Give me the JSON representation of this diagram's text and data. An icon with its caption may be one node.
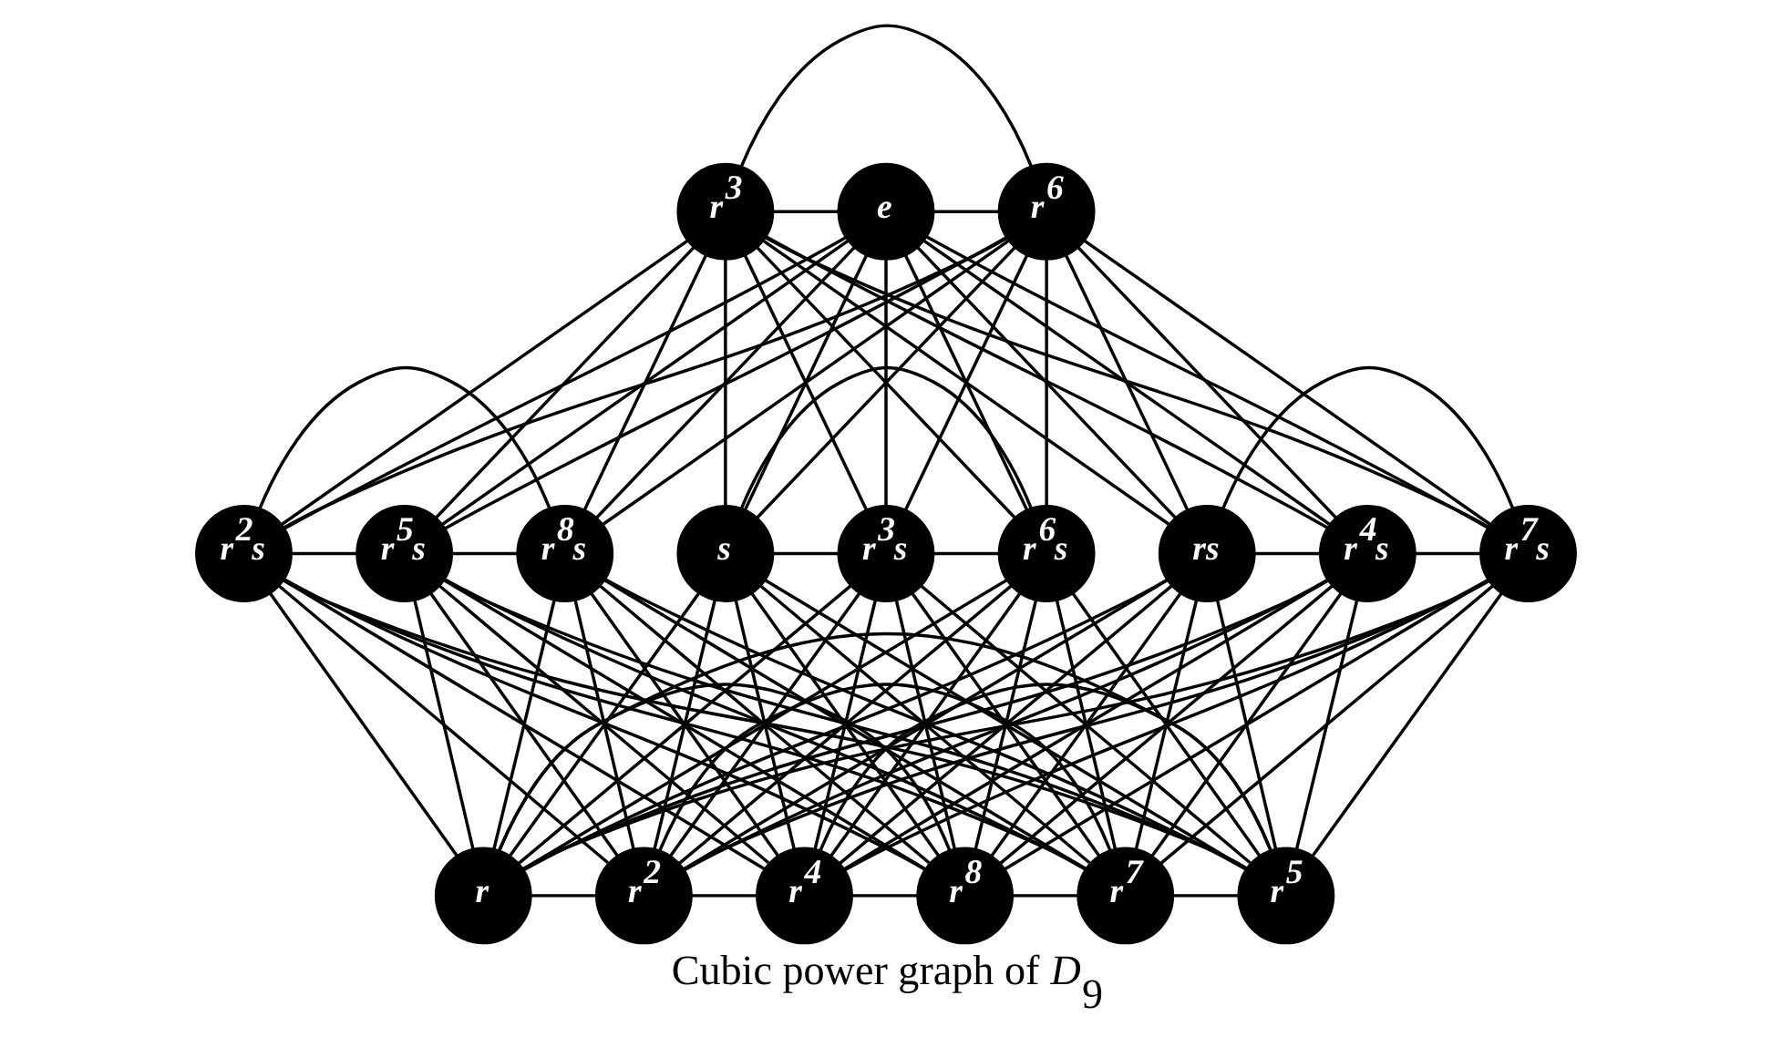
{
  "diagram": {
    "caption": "Cubic power graph of *D*$_{9}$",
    "nodes": [
      {
        "text": [
          "r$^{3}$"
        ]
      },
      {
        "text": [
          "e"
        ]
      },
      {
        "text": [
          "r$^{6}$"
        ]
      },
      {
        "text": [
          "s"
        ]
      },
      {
        "text": [
          "r$^{3}$s"
        ]
      },
      {
        "text": [
          "r$^{6}$s"
        ]
      },
      {
        "text": [
          "rs"
        ]
      },
      {
        "text": [
          "r$^{4}$s"
        ]
      },
      {
        "text": [
          "r$^{7}$s"
        ]
      },
      {
        "text": [
          "r$^{2}$s"
        ]
      },
      {
        "text": [
          "r$^{5}$s"
        ]
      },
      {
        "text": [
          "r$^{8}$s"
        ]
      },
      {
        "text": [
          "r"
        ]
      },
      {
        "text": [
          "r$^{2}$"
        ]
      },
      {
        "text": [
          "r$^{4}$"
        ]
      },
      {
        "text": [
          "r$^{8}$"
        ]
      },
      {
        "text": [
          "r$^{7}$"
        ]
      },
      {
        "text": [
          "r$^{5}$"
        ]
      }
    ],
    "edges": [
      {
        "from": 0,
        "to": 1,
        "arrow": "none"
      },
      {
        "from": 1,
        "to": 2,
        "arrow": "none"
      },
      {
        "from": 0,
        "to": 2,
        "arrow": "none"
      },
      {
        "from": 3,
        "to": 4,
        "arrow": "none"
      },
      {
        "from": 4,
        "to": 5,
        "arrow": "none"
      },
      {
        "from": 3,
        "to": 5,
        "arrow": "none"
      },
      {
        "from": 6,
        "to": 7,
        "arrow": "none"
      },
      {
        "from": 7,
        "to": 8,
        "arrow": "none"
      },
      {
        "from": 6,
        "to": 8,
        "arrow": "none"
      },
      {
        "from": 9,
        "to": 10,
        "arrow": "none"
      },
      {
        "from": 10,
        "to": 11,
        "arrow": "none"
      },
      {
        "from": 9,
        "to": 11,
        "arrow": "none"
      },
      {
        "from": 12,
        "to": 13,
        "arrow": "none"
      },
      {
        "from": 13,
        "to": 14,
        "arrow": "none"
      },
      {
        "from": 14,
        "to": 15,
        "arrow": "none"
      },
      {
        "from": 15,
        "to": 16,
        "arrow": "none"
      },
      {
        "from": 16,
        "to": 17,
        "arrow": "none"
      },
      {
        "from": 12,
        "to": 15,
        "arrow": "none"
      },
      {
        "from": 13,
        "to": 16,
        "arrow": "none"
      },
      {
        "from": 14,
        "to": 17,
        "arrow": "none"
      },
      {
        "from": 12,
        "to": 17,
        "arrow": "none"
      },
      {
        "from": 0,
        "to": 3,
        "arrow": "none"
      },
      {
        "from": 0,
        "to": 4,
        "arrow": "none"
      },
      {
        "from": 0,
        "to": 5,
        "arrow": "none"
      },
      {
        "from": 0,
        "to": 6,
        "arrow": "none"
      },
      {
        "from": 0,
        "to": 7,
        "arrow": "none"
      },
      {
        "from": 0,
        "to": 8,
        "arrow": "none"
      },
      {
        "from": 0,
        "to": 9,
        "arrow": "none"
      },
      {
        "from": 0,
        "to": 10,
        "arrow": "none"
      },
      {
        "from": 0,
        "to": 11,
        "arrow": "none"
      },
      {
        "from": 1,
        "to": 3,
        "arrow": "none"
      },
      {
        "from": 1,
        "to": 4,
        "arrow": "none"
      },
      {
        "from": 1,
        "to": 5,
        "arrow": "none"
      },
      {
        "from": 1,
        "to": 6,
        "arrow": "none"
      },
      {
        "from": 1,
        "to": 7,
        "arrow": "none"
      },
      {
        "from": 1,
        "to": 8,
        "arrow": "none"
      },
      {
        "from": 1,
        "to": 9,
        "arrow": "none"
      },
      {
        "from": 1,
        "to": 10,
        "arrow": "none"
      },
      {
        "from": 1,
        "to": 11,
        "arrow": "none"
      },
      {
        "from": 2,
        "to": 3,
        "arrow": "none"
      },
      {
        "from": 2,
        "to": 4,
        "arrow": "none"
      },
      {
        "from": 2,
        "to": 5,
        "arrow": "none"
      },
      {
        "from": 2,
        "to": 6,
        "arrow": "none"
      },
      {
        "from": 2,
        "to": 7,
        "arrow": "none"
      },
      {
        "from": 2,
        "to": 8,
        "arrow": "none"
      },
      {
        "from": 2,
        "to": 9,
        "arrow": "none"
      },
      {
        "from": 2,
        "to": 10,
        "arrow": "none"
      },
      {
        "from": 2,
        "to": 11,
        "arrow": "none"
      },
      {
        "from": 3,
        "to": 12,
        "arrow": "none"
      },
      {
        "from": 4,
        "to": 12,
        "arrow": "none"
      },
      {
        "from": 5,
        "to": 12,
        "arrow": "none"
      },
      {
        "from": 6,
        "to": 12,
        "arrow": "none"
      },
      {
        "from": 7,
        "to": 12,
        "arrow": "none"
      },
      {
        "from": 8,
        "to": 12,
        "arrow": "none"
      },
      {
        "from": 9,
        "to": 12,
        "arrow": "none"
      },
      {
        "from": 10,
        "to": 12,
        "arrow": "none"
      },
      {
        "from": 11,
        "to": 12,
        "arrow": "none"
      },
      {
        "from": 3,
        "to": 13,
        "arrow": "none"
      },
      {
        "from": 4,
        "to": 13,
        "arrow": "none"
      },
      {
        "from": 5,
        "to": 13,
        "arrow": "none"
      },
      {
        "from": 6,
        "to": 13,
        "arrow": "none"
      },
      {
        "from": 7,
        "to": 13,
        "arrow": "none"
      },
      {
        "from": 8,
        "to": 13,
        "arrow": "none"
      },
      {
        "from": 9,
        "to": 13,
        "arrow": "none"
      },
      {
        "from": 10,
        "to": 13,
        "arrow": "none"
      },
      {
        "from": 11,
        "to": 13,
        "arrow": "none"
      },
      {
        "from": 3,
        "to": 14,
        "arrow": "none"
      },
      {
        "from": 4,
        "to": 14,
        "arrow": "none"
      },
      {
        "from": 5,
        "to": 14,
        "arrow": "none"
      },
      {
        "from": 6,
        "to": 14,
        "arrow": "none"
      },
      {
        "from": 7,
        "to": 14,
        "arrow": "none"
      },
      {
        "from": 8,
        "to": 14,
        "arrow": "none"
      },
      {
        "from": 9,
        "to": 14,
        "arrow": "none"
      },
      {
        "from": 10,
        "to": 14,
        "arrow": "none"
      },
      {
        "from": 11,
        "to": 14,
        "arrow": "none"
      },
      {
        "from": 3,
        "to": 15,
        "arrow": "none"
      },
      {
        "from": 4,
        "to": 15,
        "arrow": "none"
      },
      {
        "from": 5,
        "to": 15,
        "arrow": "none"
      },
      {
        "from": 6,
        "to": 15,
        "arrow": "none"
      },
      {
        "from": 7,
        "to": 15,
        "arrow": "none"
      },
      {
        "from": 8,
        "to": 15,
        "arrow": "none"
      },
      {
        "from": 9,
        "to": 15,
        "arrow": "none"
      },
      {
        "from": 10,
        "to": 15,
        "arrow": "none"
      },
      {
        "from": 11,
        "to": 15,
        "arrow": "none"
      },
      {
        "from": 3,
        "to": 16,
        "arrow": "none"
      },
      {
        "from": 4,
        "to": 16,
        "arrow": "none"
      },
      {
        "from": 5,
        "to": 16,
        "arrow": "none"
      },
      {
        "from": 6,
        "to": 16,
        "arrow": "none"
      },
      {
        "from": 7,
        "to": 16,
        "arrow": "none"
      },
      {
        "from": 8,
        "to": 16,
        "arrow": "none"
      },
      {
        "from": 9,
        "to": 16,
        "arrow": "none"
      },
      {
        "from": 10,
        "to": 16,
        "arrow": "none"
      },
      {
        "from": 11,
        "to": 16,
        "arrow": "none"
      },
      {
        "from": 3,
        "to": 17,
        "arrow": "none"
      },
      {
        "from": 4,
        "to": 17,
        "arrow": "none"
      },
      {
        "from": 5,
        "to": 17,
        "arrow": "none"
      },
      {
        "from": 6,
        "to": 17,
        "arrow": "none"
      },
      {
        "from": 7,
        "to": 17,
        "arrow": "none"
      },
      {
        "from": 8,
        "to": 17,
        "arrow": "none"
      },
      {
        "from": 9,
        "to": 17,
        "arrow": "none"
      },
      {
        "from": 10,
        "to": 17,
        "arrow": "none"
      },
      {
        "from": 11,
        "to": 17,
        "arrow": "none"
      }
    ]
  }
}
